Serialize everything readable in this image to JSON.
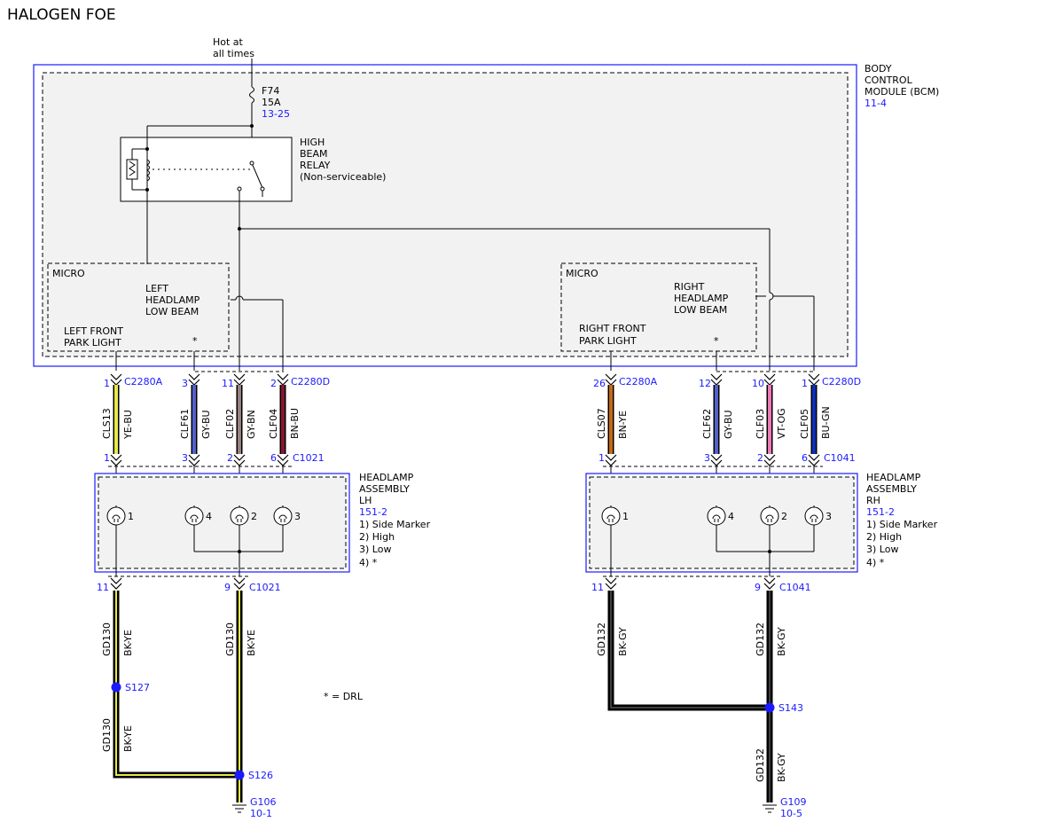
{
  "title": "HALOGEN FOE",
  "hot": [
    "Hot at",
    "all times"
  ],
  "fuse": {
    "name": "F74",
    "rating": "15A",
    "ref": "13-25"
  },
  "bcm": {
    "lines": [
      "BODY",
      "CONTROL",
      "MODULE (BCM)"
    ],
    "ref": "11-4"
  },
  "relay": {
    "lines": [
      "HIGH",
      "BEAM",
      "RELAY",
      "(Non-serviceable)"
    ]
  },
  "micro_left": {
    "title": "MICRO",
    "func": [
      "LEFT",
      "HEADLAMP",
      "LOW BEAM"
    ],
    "park": [
      "LEFT FRONT",
      "PARK LIGHT"
    ],
    "star": "*"
  },
  "micro_right": {
    "title": "MICRO",
    "func": [
      "RIGHT",
      "HEADLAMP",
      "LOW BEAM"
    ],
    "park": [
      "RIGHT FRONT",
      "PARK LIGHT"
    ],
    "star": "*"
  },
  "colors": {
    "ye-bu": "#e8e84a",
    "gy-bu": "#5560c8",
    "gy-bn": "#9a8080",
    "bn-bu": "#8a1530",
    "bn-ye": "#c86a10",
    "vt-og": "#f07ab4",
    "bu-gn": "#1030b8",
    "blue": "#1a1aff"
  },
  "wires_lh": [
    {
      "pin_top": "1",
      "conn_top": "C2280A",
      "circuit": "CLS13",
      "color": "YE-BU",
      "pin_bot": "1",
      "conn_bot": ""
    },
    {
      "pin_top": "3",
      "conn_top": "",
      "circuit": "CLF61",
      "color": "GY-BU",
      "pin_bot": "3",
      "conn_bot": ""
    },
    {
      "pin_top": "11",
      "conn_top": "",
      "circuit": "CLF02",
      "color": "GY-BN",
      "pin_bot": "2",
      "conn_bot": ""
    },
    {
      "pin_top": "2",
      "conn_top": "C2280D",
      "circuit": "CLF04",
      "color": "BN-BU",
      "pin_bot": "6",
      "conn_bot": "C1021"
    }
  ],
  "wires_rh": [
    {
      "pin_top": "26",
      "conn_top": "C2280A",
      "circuit": "CLS07",
      "color": "BN-YE",
      "pin_bot": "1",
      "conn_bot": ""
    },
    {
      "pin_top": "12",
      "conn_top": "",
      "circuit": "CLF62",
      "color": "GY-BU",
      "pin_bot": "3",
      "conn_bot": ""
    },
    {
      "pin_top": "10",
      "conn_top": "",
      "circuit": "CLF03",
      "color": "VT-OG",
      "pin_bot": "2",
      "conn_bot": ""
    },
    {
      "pin_top": "1",
      "conn_top": "C2280D",
      "circuit": "CLF05",
      "color": "BU-GN",
      "pin_bot": "6",
      "conn_bot": "C1041"
    }
  ],
  "headlamp_lh": {
    "lines": [
      "HEADLAMP",
      "ASSEMBLY",
      "LH"
    ],
    "ref": "151-2",
    "legend": [
      "1) Side Marker",
      "2) High",
      "3) Low",
      "4) *"
    ],
    "bulbs": [
      "1",
      "4",
      "2",
      "3"
    ]
  },
  "headlamp_rh": {
    "lines": [
      "HEADLAMP",
      "ASSEMBLY",
      "RH"
    ],
    "ref": "151-2",
    "legend": [
      "1) Side Marker",
      "2) High",
      "3) Low",
      "4) *"
    ],
    "bulbs": [
      "1",
      "4",
      "2",
      "3"
    ]
  },
  "ground_lh": {
    "pins": [
      "11",
      "9"
    ],
    "conn": "C1021",
    "circuit": "GD130",
    "color": "BK-YE",
    "splices": [
      "S127",
      "S126"
    ],
    "ground": {
      "name": "G106",
      "ref": "10-1"
    }
  },
  "ground_rh": {
    "pins": [
      "11",
      "9"
    ],
    "conn": "C1041",
    "circuit": "GD132",
    "color": "BK-GY",
    "splices": [
      "S143"
    ],
    "ground": {
      "name": "G109",
      "ref": "10-5"
    }
  },
  "drl_note": "* = DRL"
}
